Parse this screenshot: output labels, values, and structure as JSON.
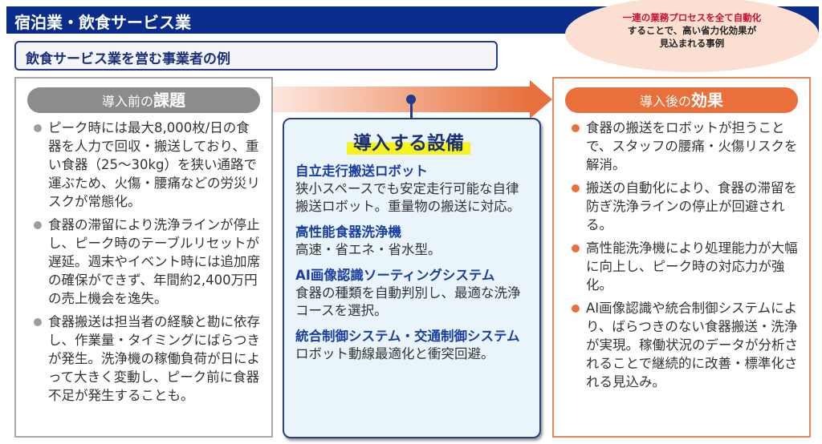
{
  "header": {
    "title": "宿泊業・飲食サービス業"
  },
  "callout": {
    "highlight": "一連の業務プロセスを全て自動化",
    "line2": "することで、高い省力化効果が",
    "line3": "見込まれる事例"
  },
  "subtitle": "飲食サービス業を営む事業者の例",
  "before": {
    "title_small": "導入前の",
    "title_big": "課題",
    "items": [
      "ピーク時には最大8,000枚/日の食器を人力で回収・搬送しており、重い食器（25～30kg）を狭い通路で運ぶため、火傷・腰痛などの労災リスクが常態化。",
      "食器の滞留により洗浄ラインが停止し、ピーク時のテーブルリセットが遅延。週末やイベント時には追加席の確保ができず、年間約2,400万円の売上機会を逸失。",
      "食器搬送は担当者の経験と勘に依存し、作業量・タイミングにばらつきが発生。洗浄機の稼働負荷が日によって大きく変動し、ピーク前に食器不足が発生することも。"
    ]
  },
  "equipment": {
    "title": "導入する設備",
    "items": [
      {
        "name": "自立走行搬送ロボット",
        "desc": "狭小スペースでも安定走行可能な自律搬送ロボット。重量物の搬送に対応。"
      },
      {
        "name": "高性能食器洗浄機",
        "desc": "高速・省エネ・省水型。"
      },
      {
        "name": "AI画像認識ソーティングシステム",
        "desc": "食器の種類を自動判別し、最適な洗浄コースを選択。"
      },
      {
        "name": "統合制御システム・交通制御システム",
        "desc": "ロボット動線最適化と衝突回避。"
      }
    ]
  },
  "after": {
    "title_small": "導入後の",
    "title_big": "効果",
    "items": [
      "食器の搬送をロボットが担うことで、スタッフの腰痛・火傷リスクを解消。",
      "搬送の自動化により、食器の滞留を防ぎ洗浄ラインの停止が回避される。",
      "高性能洗浄機により処理能力が大幅に向上し、ピーク時の対応力が強化。",
      "AI画像認識や統合制御システムにより、ばらつきのない食器搬送・洗浄が実現。稼働状況のデータが分析されることで継続的に改善・標準化される見込み。"
    ]
  }
}
